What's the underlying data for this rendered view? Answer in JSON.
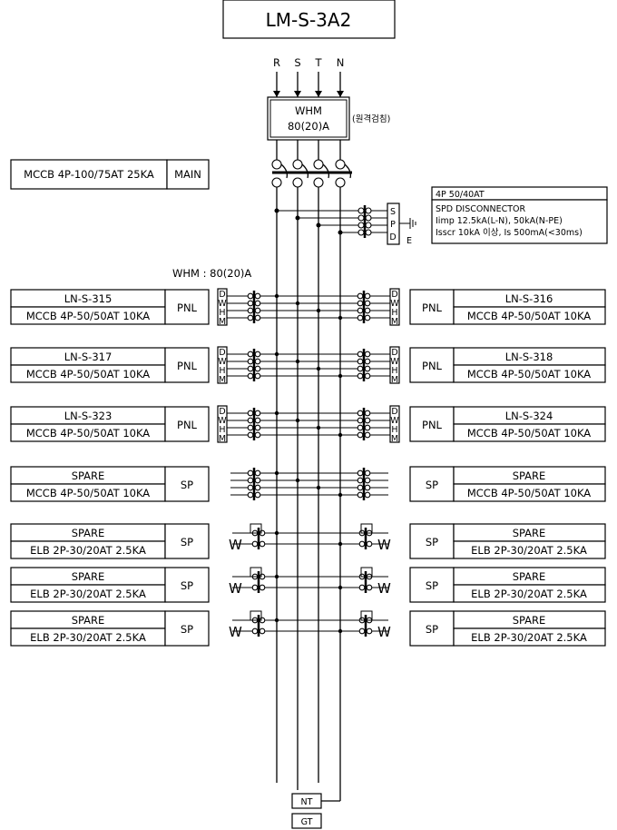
{
  "title": "LM-S-3A2",
  "phases": [
    "R",
    "S",
    "T",
    "N"
  ],
  "whm_main": {
    "line1": "WHM",
    "line2": "80(20)A",
    "note": "(원격검침)"
  },
  "main_breaker": {
    "spec": "MCCB 4P-100/75AT 25KA",
    "tag": "MAIN"
  },
  "spd": {
    "breaker": "4P 50/40AT",
    "line1": "SPD DISCONNECTOR",
    "line2": "Iimp 12.5kA(L-N), 50kA(N-PE)",
    "line3": "Isscr 10kA 이상, Is 500mA(<30ms)",
    "letters": [
      "S",
      "P",
      "D"
    ],
    "earth": "E"
  },
  "whm_feeder_label": "WHM : 80(20)A",
  "dwhm_letters": [
    "D",
    "W",
    "H",
    "M"
  ],
  "left_feeders": [
    {
      "name": "LN-S-315",
      "spec": "MCCB 4P-50/50AT 10KA",
      "tag": "PNL"
    },
    {
      "name": "LN-S-317",
      "spec": "MCCB 4P-50/50AT 10KA",
      "tag": "PNL"
    },
    {
      "name": "LN-S-323",
      "spec": "MCCB 4P-50/50AT 10KA",
      "tag": "PNL"
    },
    {
      "name": "SPARE",
      "spec": "MCCB 4P-50/50AT 10KA",
      "tag": "SP"
    },
    {
      "name": "SPARE",
      "spec": "ELB 2P-30/20AT 2.5KA",
      "tag": "SP"
    },
    {
      "name": "SPARE",
      "spec": "ELB 2P-30/20AT 2.5KA",
      "tag": "SP"
    },
    {
      "name": "SPARE",
      "spec": "ELB 2P-30/20AT 2.5KA",
      "tag": "SP"
    }
  ],
  "right_feeders": [
    {
      "name": "LN-S-316",
      "spec": "MCCB 4P-50/50AT 10KA",
      "tag": "PNL"
    },
    {
      "name": "LN-S-318",
      "spec": "MCCB 4P-50/50AT 10KA",
      "tag": "PNL"
    },
    {
      "name": "LN-S-324",
      "spec": "MCCB 4P-50/50AT 10KA",
      "tag": "PNL"
    },
    {
      "name": "SPARE",
      "spec": "MCCB 4P-50/50AT 10KA",
      "tag": "SP"
    },
    {
      "name": "SPARE",
      "spec": "ELB 2P-30/20AT 2.5KA",
      "tag": "SP"
    },
    {
      "name": "SPARE",
      "spec": "ELB 2P-30/20AT 2.5KA",
      "tag": "SP"
    },
    {
      "name": "SPARE",
      "spec": "ELB 2P-30/20AT 2.5KA",
      "tag": "SP"
    }
  ],
  "nt_label": "NT",
  "gt_label": "GT"
}
